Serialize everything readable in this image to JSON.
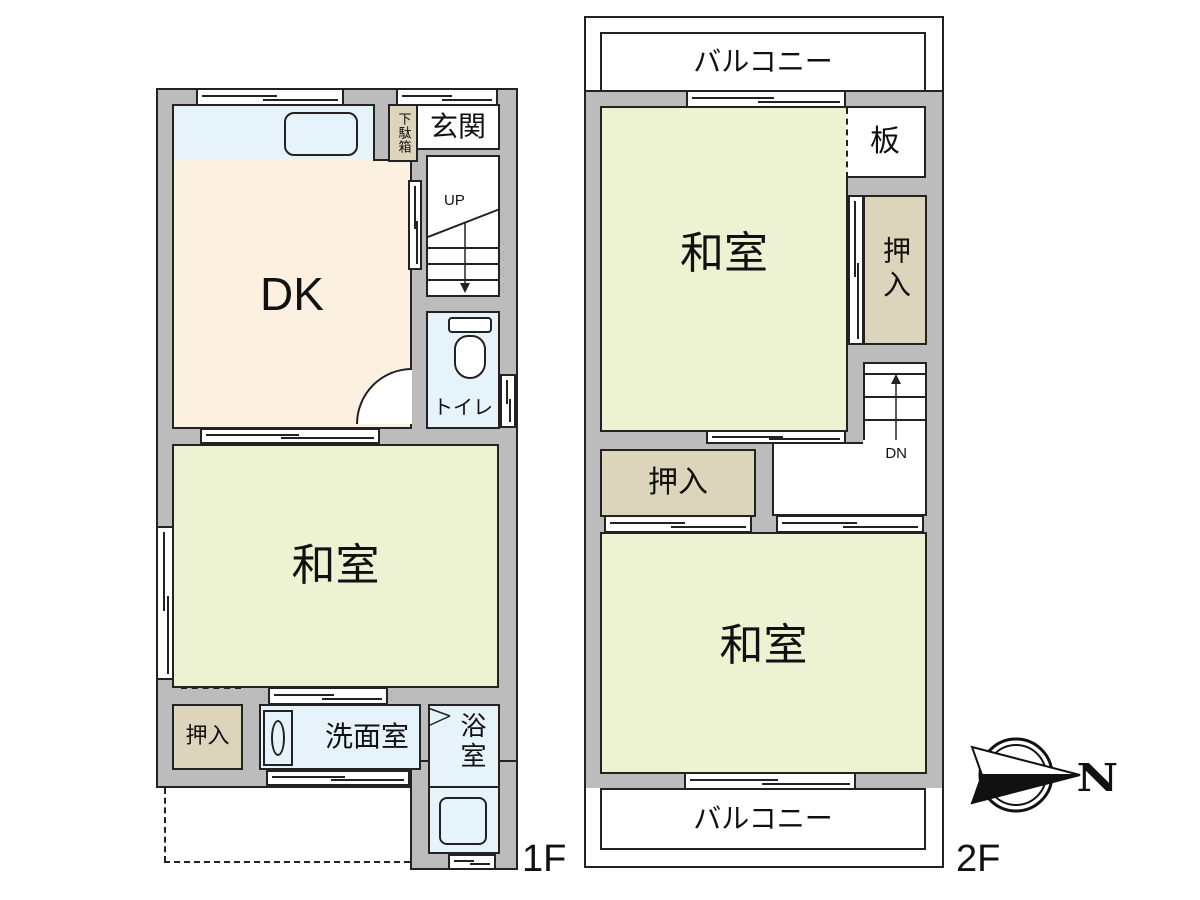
{
  "floors": [
    {
      "id": "1F",
      "label": "1F",
      "rooms": {
        "dk": "DK",
        "genkan": "玄関",
        "getabako": "下駄箱",
        "toilet": "トイレ",
        "washitsu": "和室",
        "oshiire": "押入",
        "senmenshitsu": "洗面室",
        "yokushitsu": "浴室"
      },
      "stairs": {
        "label": "UP",
        "direction": "down-arrow"
      }
    },
    {
      "id": "2F",
      "label": "2F",
      "rooms": {
        "balcony_top": "バルコニー",
        "washitsu_upper": "和室",
        "ita": "板",
        "oshiire_right": "押入",
        "oshiire_left": "押入",
        "washitsu_lower": "和室",
        "balcony_bottom": "バルコニー"
      },
      "stairs": {
        "label": "DN",
        "direction": "up-arrow"
      }
    }
  ],
  "compass": {
    "label": "N",
    "icon": "north-arrow-icon",
    "pointing": "right"
  },
  "colors": {
    "wall": "#bcbcbc",
    "tatami": "#edf3d2",
    "dk": "#fcf1e0",
    "water": "#e6f3fb",
    "closet": "#ddd4bc",
    "outline": "#222222"
  }
}
